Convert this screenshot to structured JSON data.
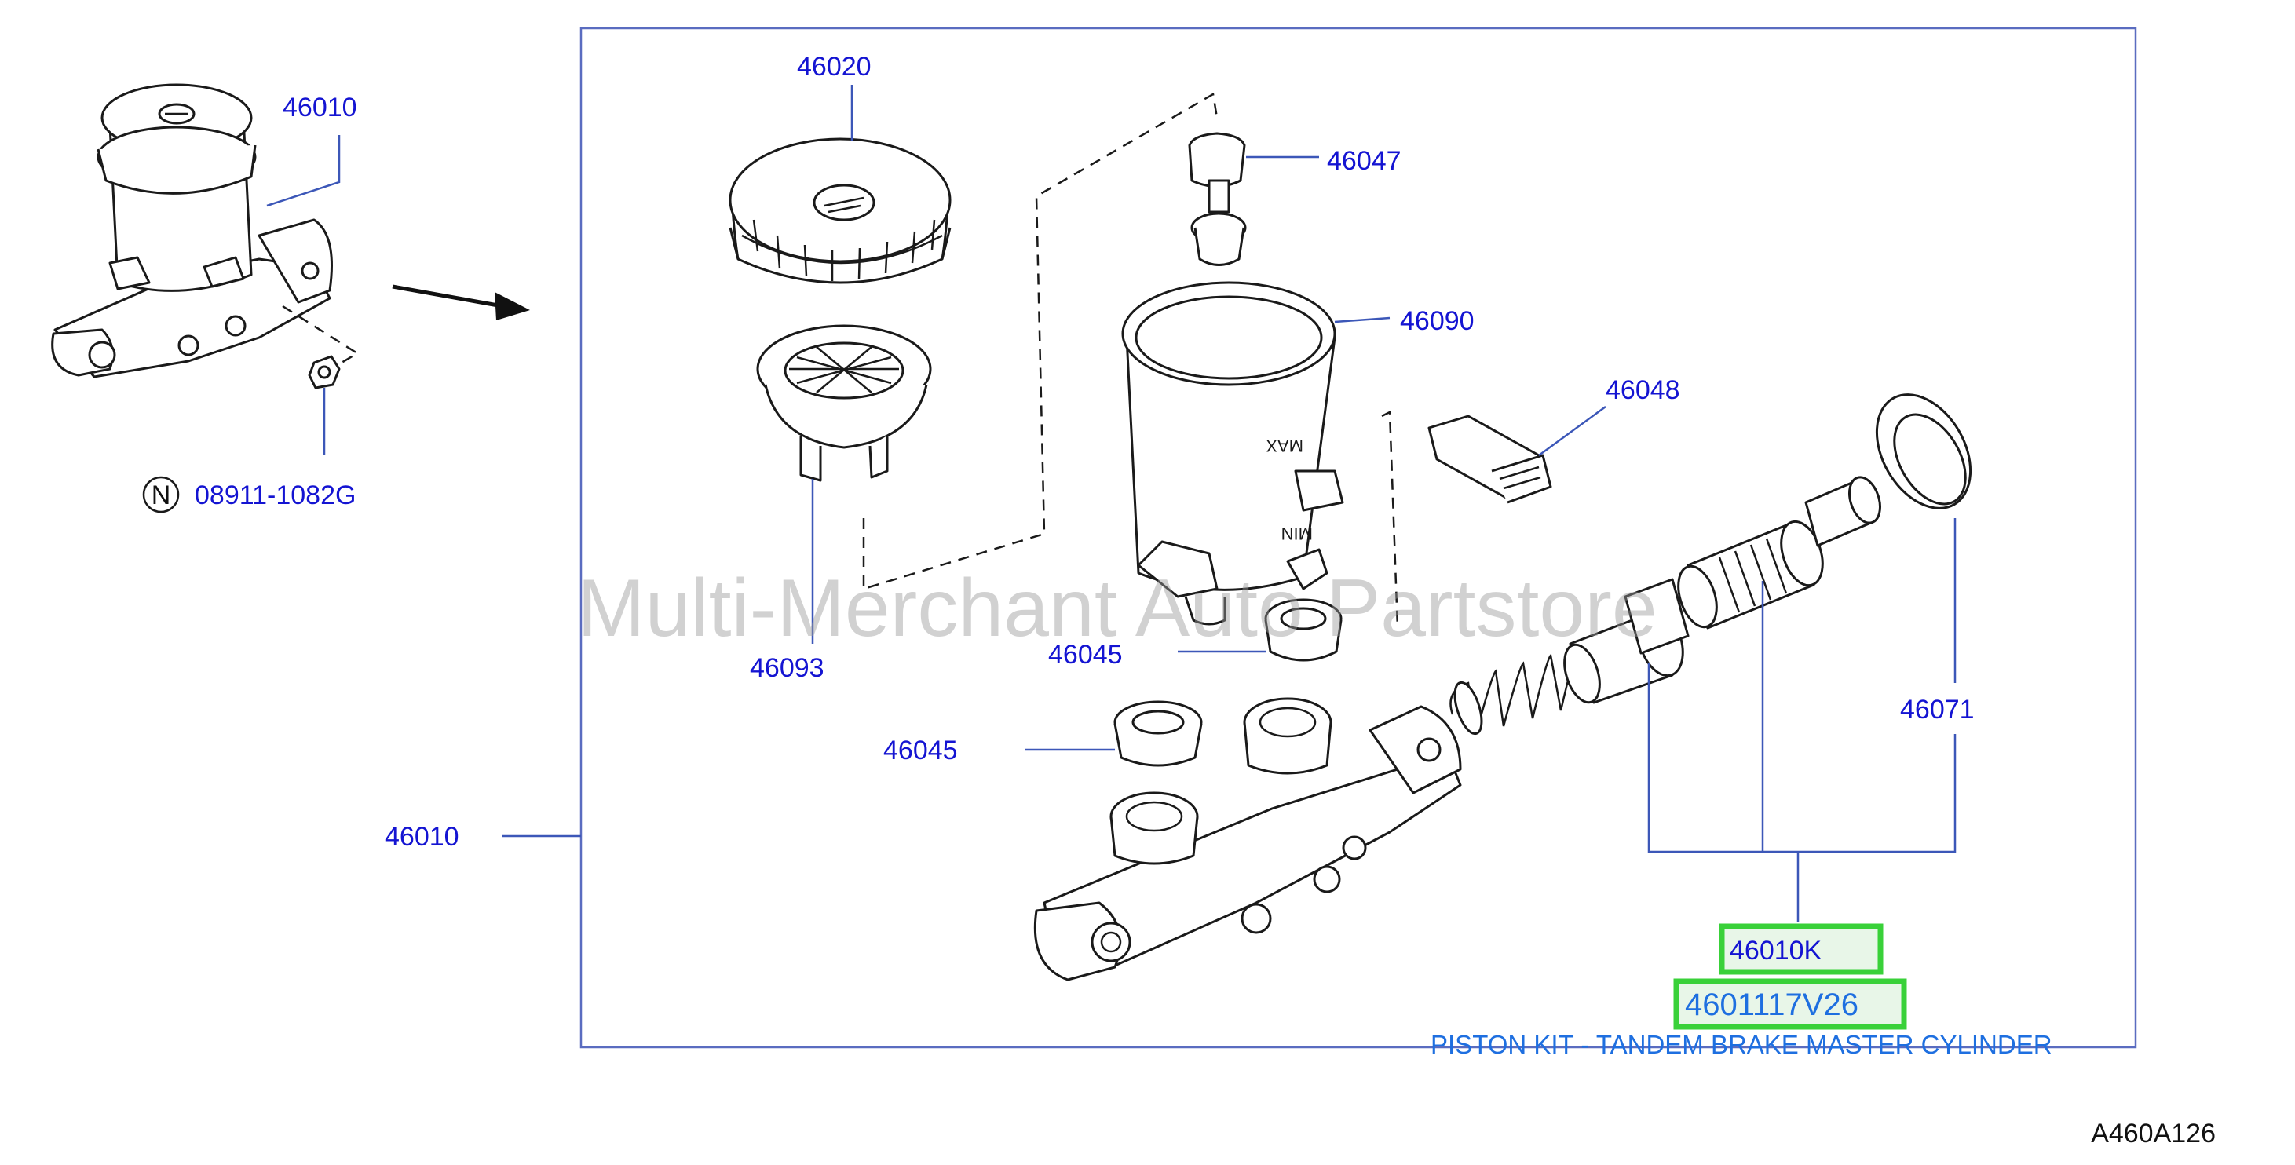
{
  "watermark": "Multi-Merchant Auto Partstore",
  "figure_code": "A460A126",
  "nut_badge": "N",
  "labels": {
    "assembly_top": "46010",
    "nut": "08911-1082G",
    "cap": "46020",
    "strainer": "46093",
    "reservoir": "46090",
    "reservoir_pin": "46047",
    "connector": "46048",
    "grommet_upper": "46045",
    "grommet_lower": "46045",
    "body": "46010",
    "piston_parts": "46071"
  },
  "piston_kit": {
    "code_1": "46010K",
    "code_2": "4601117V26",
    "description": "PISTON KIT - TANDEM BRAKE MASTER CYLINDER"
  },
  "colors": {
    "label": "#1414d2",
    "highlight_border": "#39d139",
    "kit_link": "#1e6fe0"
  }
}
